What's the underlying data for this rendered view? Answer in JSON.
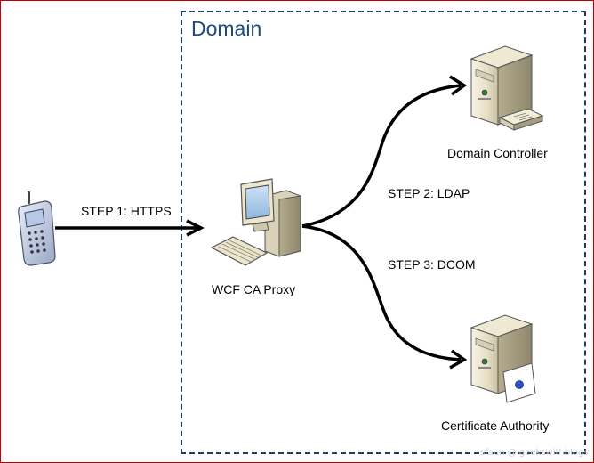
{
  "domain": {
    "title": "Domain",
    "border_color": "#1f3b64",
    "title_color": "#1f497d"
  },
  "nodes": {
    "phone": {
      "icon": "mobile-phone-icon"
    },
    "proxy": {
      "label": "WCF CA Proxy",
      "icon": "workstation-icon"
    },
    "domain_controller": {
      "label": "Domain Controller",
      "icon": "server-with-switch-icon"
    },
    "certificate_authority": {
      "label": "Certificate Authority",
      "icon": "server-with-certificate-icon"
    }
  },
  "steps": {
    "step1": "STEP 1: HTTPS",
    "step2": "STEP 2: LDAP",
    "step3": "STEP 3: DCOM"
  },
  "watermark": "sfaun @ geekswithblogs",
  "colors": {
    "frame": "#c00000",
    "arrow": "#000000"
  }
}
